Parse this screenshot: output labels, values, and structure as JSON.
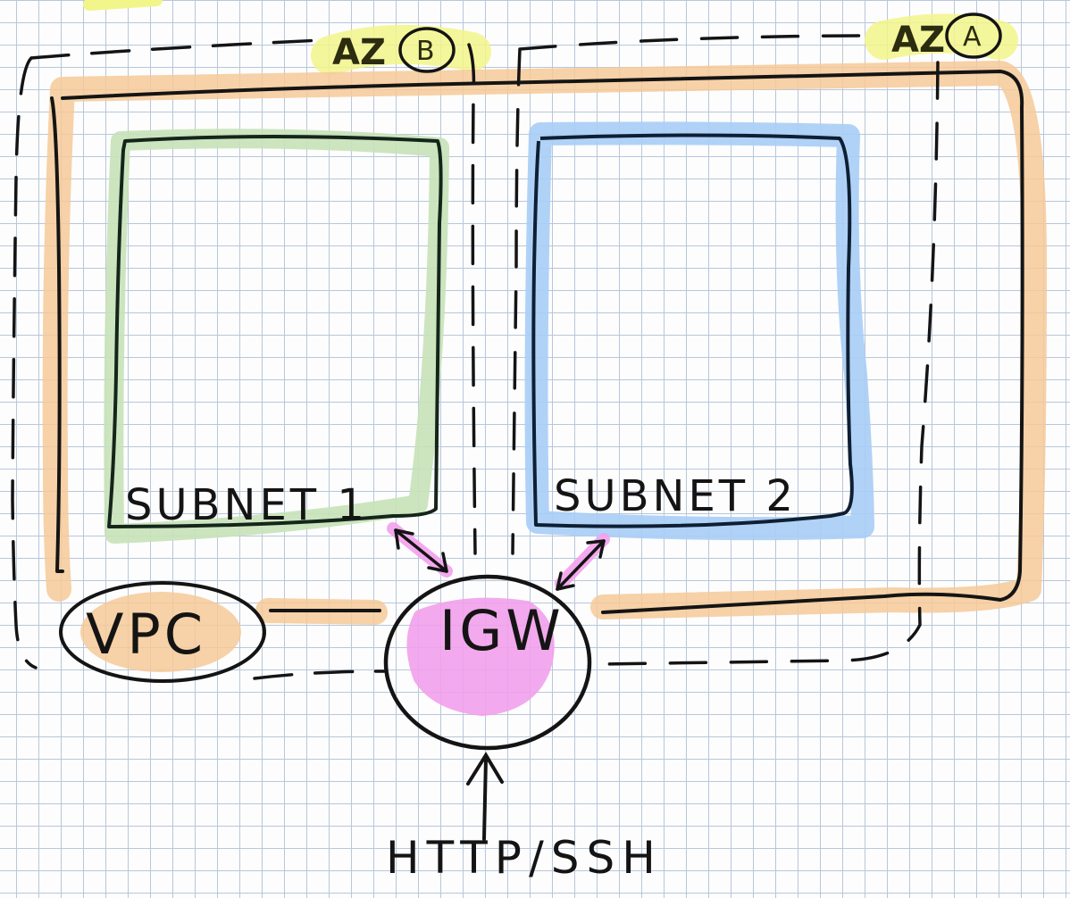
{
  "diagram": {
    "az_b": {
      "prefix": "AZ",
      "letter": "B"
    },
    "az_a": {
      "prefix": "AZ",
      "letter": "A"
    },
    "subnet1": {
      "label": "SUBNET 1"
    },
    "subnet2": {
      "label": "SUBNET 2"
    },
    "vpc": {
      "label": "VPC"
    },
    "igw": {
      "label": "IGW"
    },
    "traffic": {
      "label": "HTTP/SSH"
    },
    "colors": {
      "vpc_highlight": "#f6c998",
      "subnet1_highlight": "#c6e2b8",
      "subnet2_highlight": "#a9cdf6",
      "igw_highlight": "#f3a0ec",
      "az_highlight": "#f2f58a",
      "ink": "#141414",
      "grid": "#b8c7da"
    }
  }
}
